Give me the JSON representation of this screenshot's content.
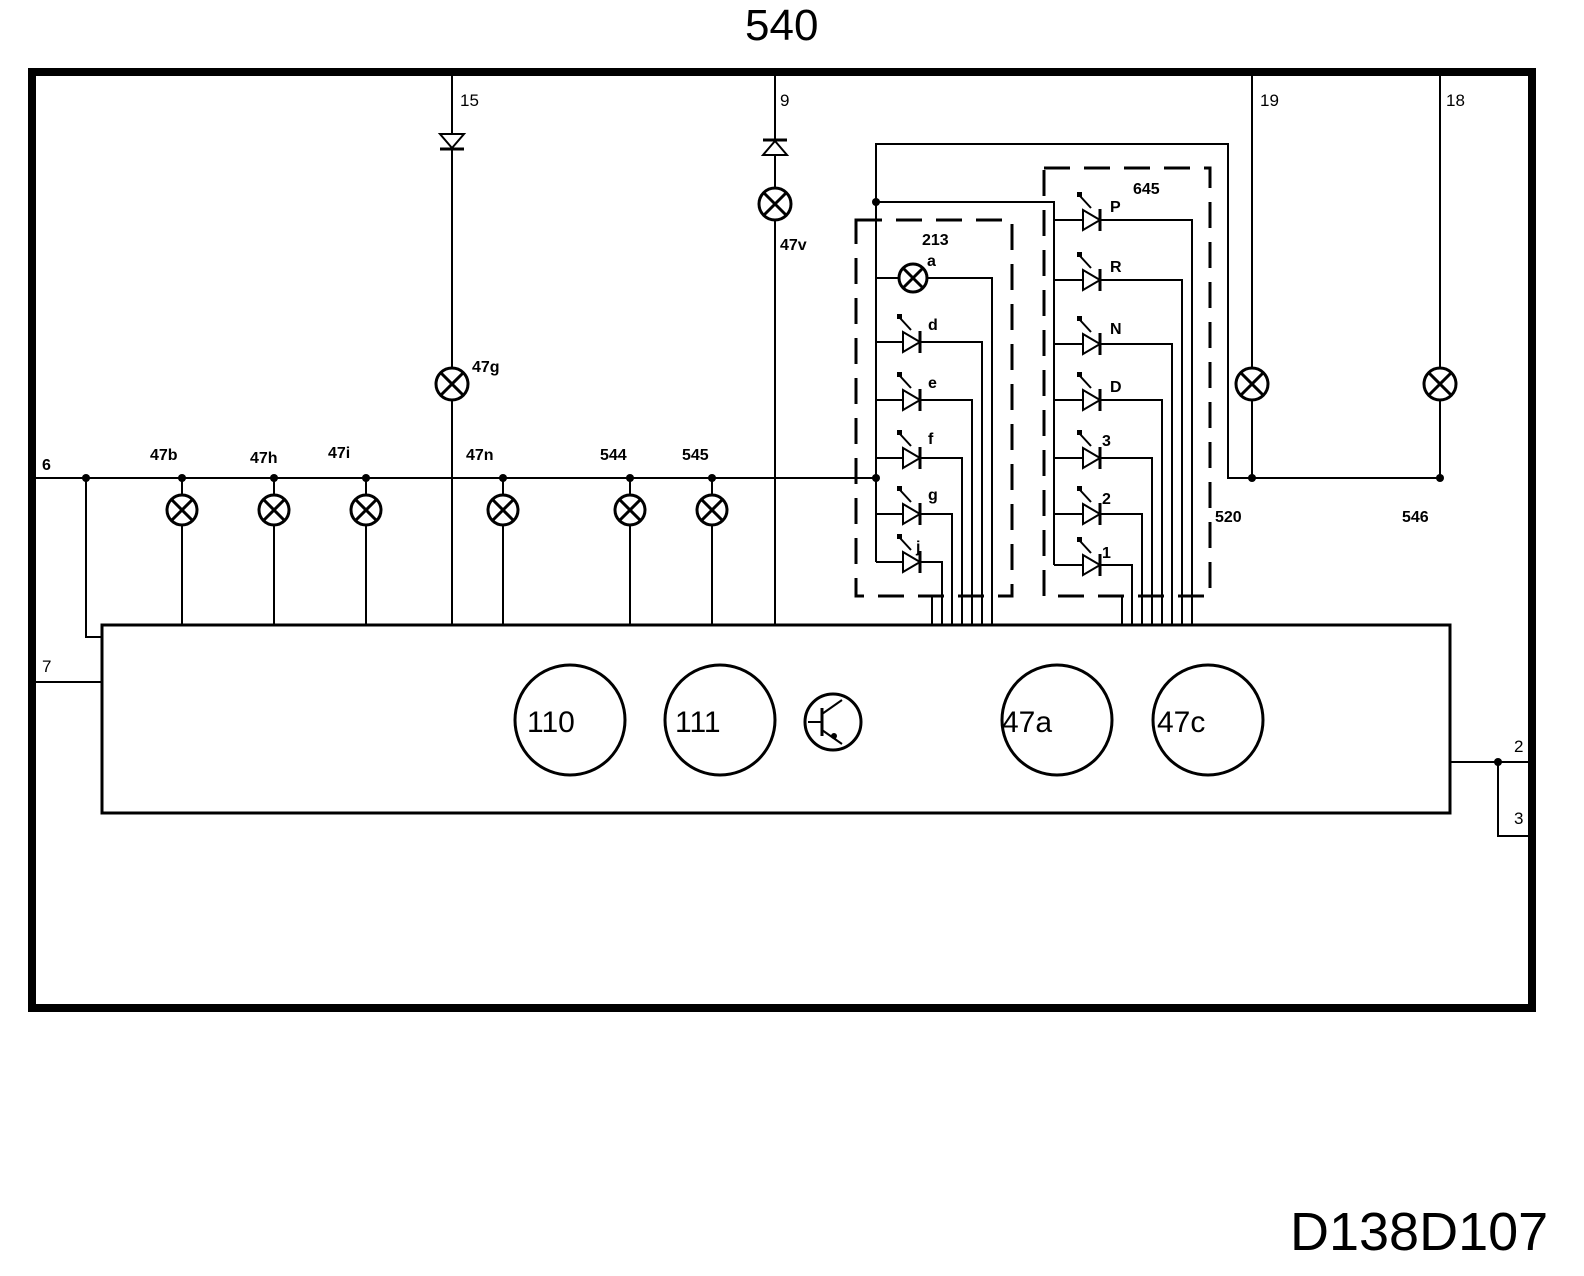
{
  "diagram": {
    "title": "540",
    "code": "D138D107",
    "terminals": {
      "t15": "15",
      "t9": "9",
      "t19": "19",
      "t18": "18",
      "t6": "6",
      "t7": "7",
      "t2": "2",
      "t3": "3"
    },
    "lamps": {
      "l47b": "47b",
      "l47h": "47h",
      "l47i": "47i",
      "l47n": "47n",
      "l544": "544",
      "l545": "545",
      "l47g": "47g",
      "l47v": "47v",
      "l520": "520",
      "l546": "546"
    },
    "module_213": {
      "label": "213",
      "items": [
        "a",
        "d",
        "e",
        "f",
        "g",
        "j"
      ]
    },
    "module_645": {
      "label": "645",
      "items": [
        "P",
        "R",
        "N",
        "D",
        "3",
        "2",
        "1"
      ]
    },
    "gauges": {
      "g110": "110",
      "g111": "111",
      "g47a": "47a",
      "g47c": "47c"
    }
  }
}
